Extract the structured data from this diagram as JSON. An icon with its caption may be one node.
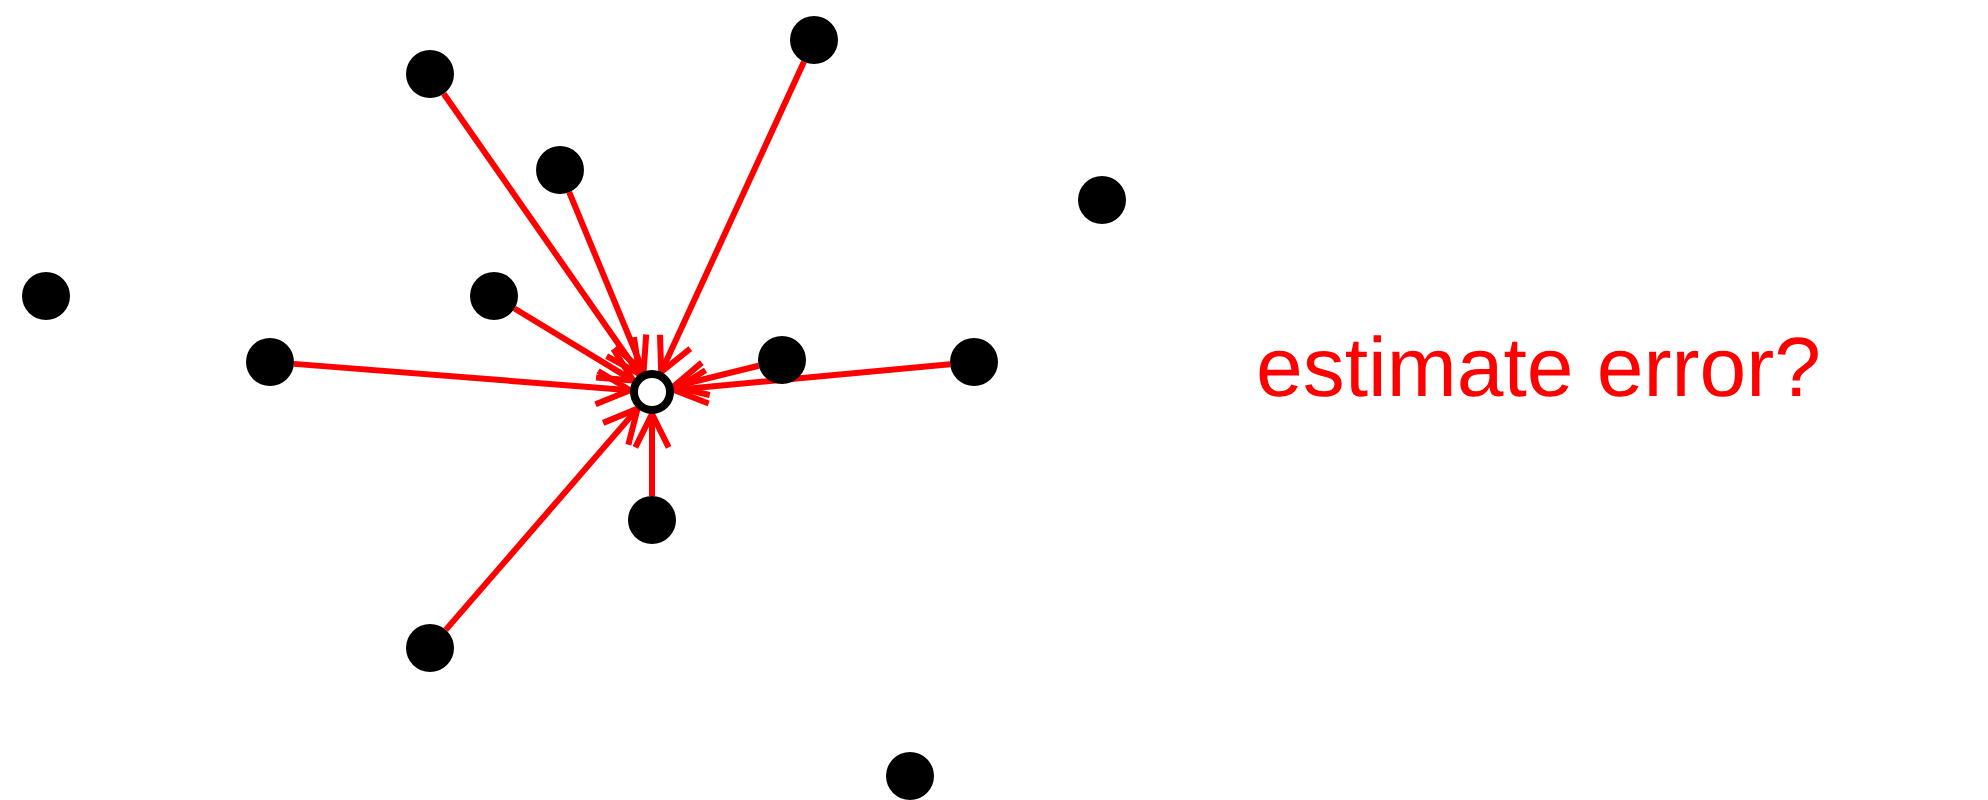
{
  "diagram": {
    "nodes": [
      {
        "text": [],
        "shape": "circle"
      },
      {
        "text": [],
        "shape": "circle"
      },
      {
        "text": [],
        "shape": "circle"
      },
      {
        "text": [],
        "shape": "circle"
      },
      {
        "text": [],
        "shape": "circle"
      },
      {
        "text": [],
        "shape": "circle"
      },
      {
        "text": [],
        "shape": "circle"
      },
      {
        "text": [],
        "shape": "circle"
      },
      {
        "text": [],
        "shape": "circle"
      },
      {
        "text": [],
        "shape": "ring"
      },
      {
        "text": [],
        "shape": "circle"
      },
      {
        "text": [],
        "shape": "circle"
      },
      {
        "text": [],
        "shape": "circle"
      }
    ],
    "edges": [
      {
        "from": 1,
        "to": 9,
        "arrow": "to"
      },
      {
        "from": 0,
        "to": 9,
        "arrow": "to"
      },
      {
        "from": 2,
        "to": 9,
        "arrow": "to"
      },
      {
        "from": 5,
        "to": 9,
        "arrow": "to"
      },
      {
        "from": 7,
        "to": 9,
        "arrow": "to"
      },
      {
        "from": 6,
        "to": 9,
        "arrow": "to"
      },
      {
        "from": 8,
        "to": 9,
        "arrow": "to"
      },
      {
        "from": 10,
        "to": 9,
        "arrow": "to"
      },
      {
        "from": 11,
        "to": 9,
        "arrow": "to"
      }
    ],
    "labels": [
      "estimate error?"
    ]
  }
}
